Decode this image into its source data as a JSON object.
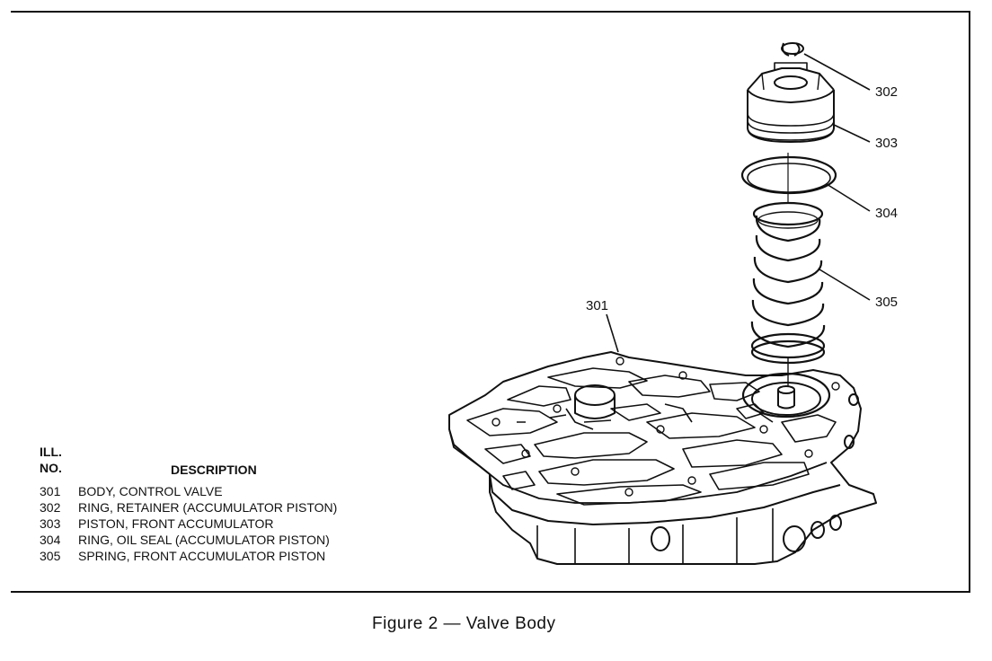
{
  "figure": {
    "caption": "Figure 2 — Valve Body"
  },
  "legend": {
    "header_ill": "ILL.",
    "header_no": "NO.",
    "header_description": "DESCRIPTION",
    "items": [
      {
        "number": "301",
        "description": "BODY, CONTROL VALVE"
      },
      {
        "number": "302",
        "description": "RING, RETAINER (ACCUMULATOR PISTON)"
      },
      {
        "number": "303",
        "description": "PISTON, FRONT ACCUMULATOR"
      },
      {
        "number": "304",
        "description": "RING, OIL SEAL (ACCUMULATOR PISTON)"
      },
      {
        "number": "305",
        "description": "SPRING, FRONT ACCUMULATOR PISTON"
      }
    ]
  },
  "callouts": {
    "c301": "301",
    "c302": "302",
    "c303": "303",
    "c304": "304",
    "c305": "305"
  }
}
